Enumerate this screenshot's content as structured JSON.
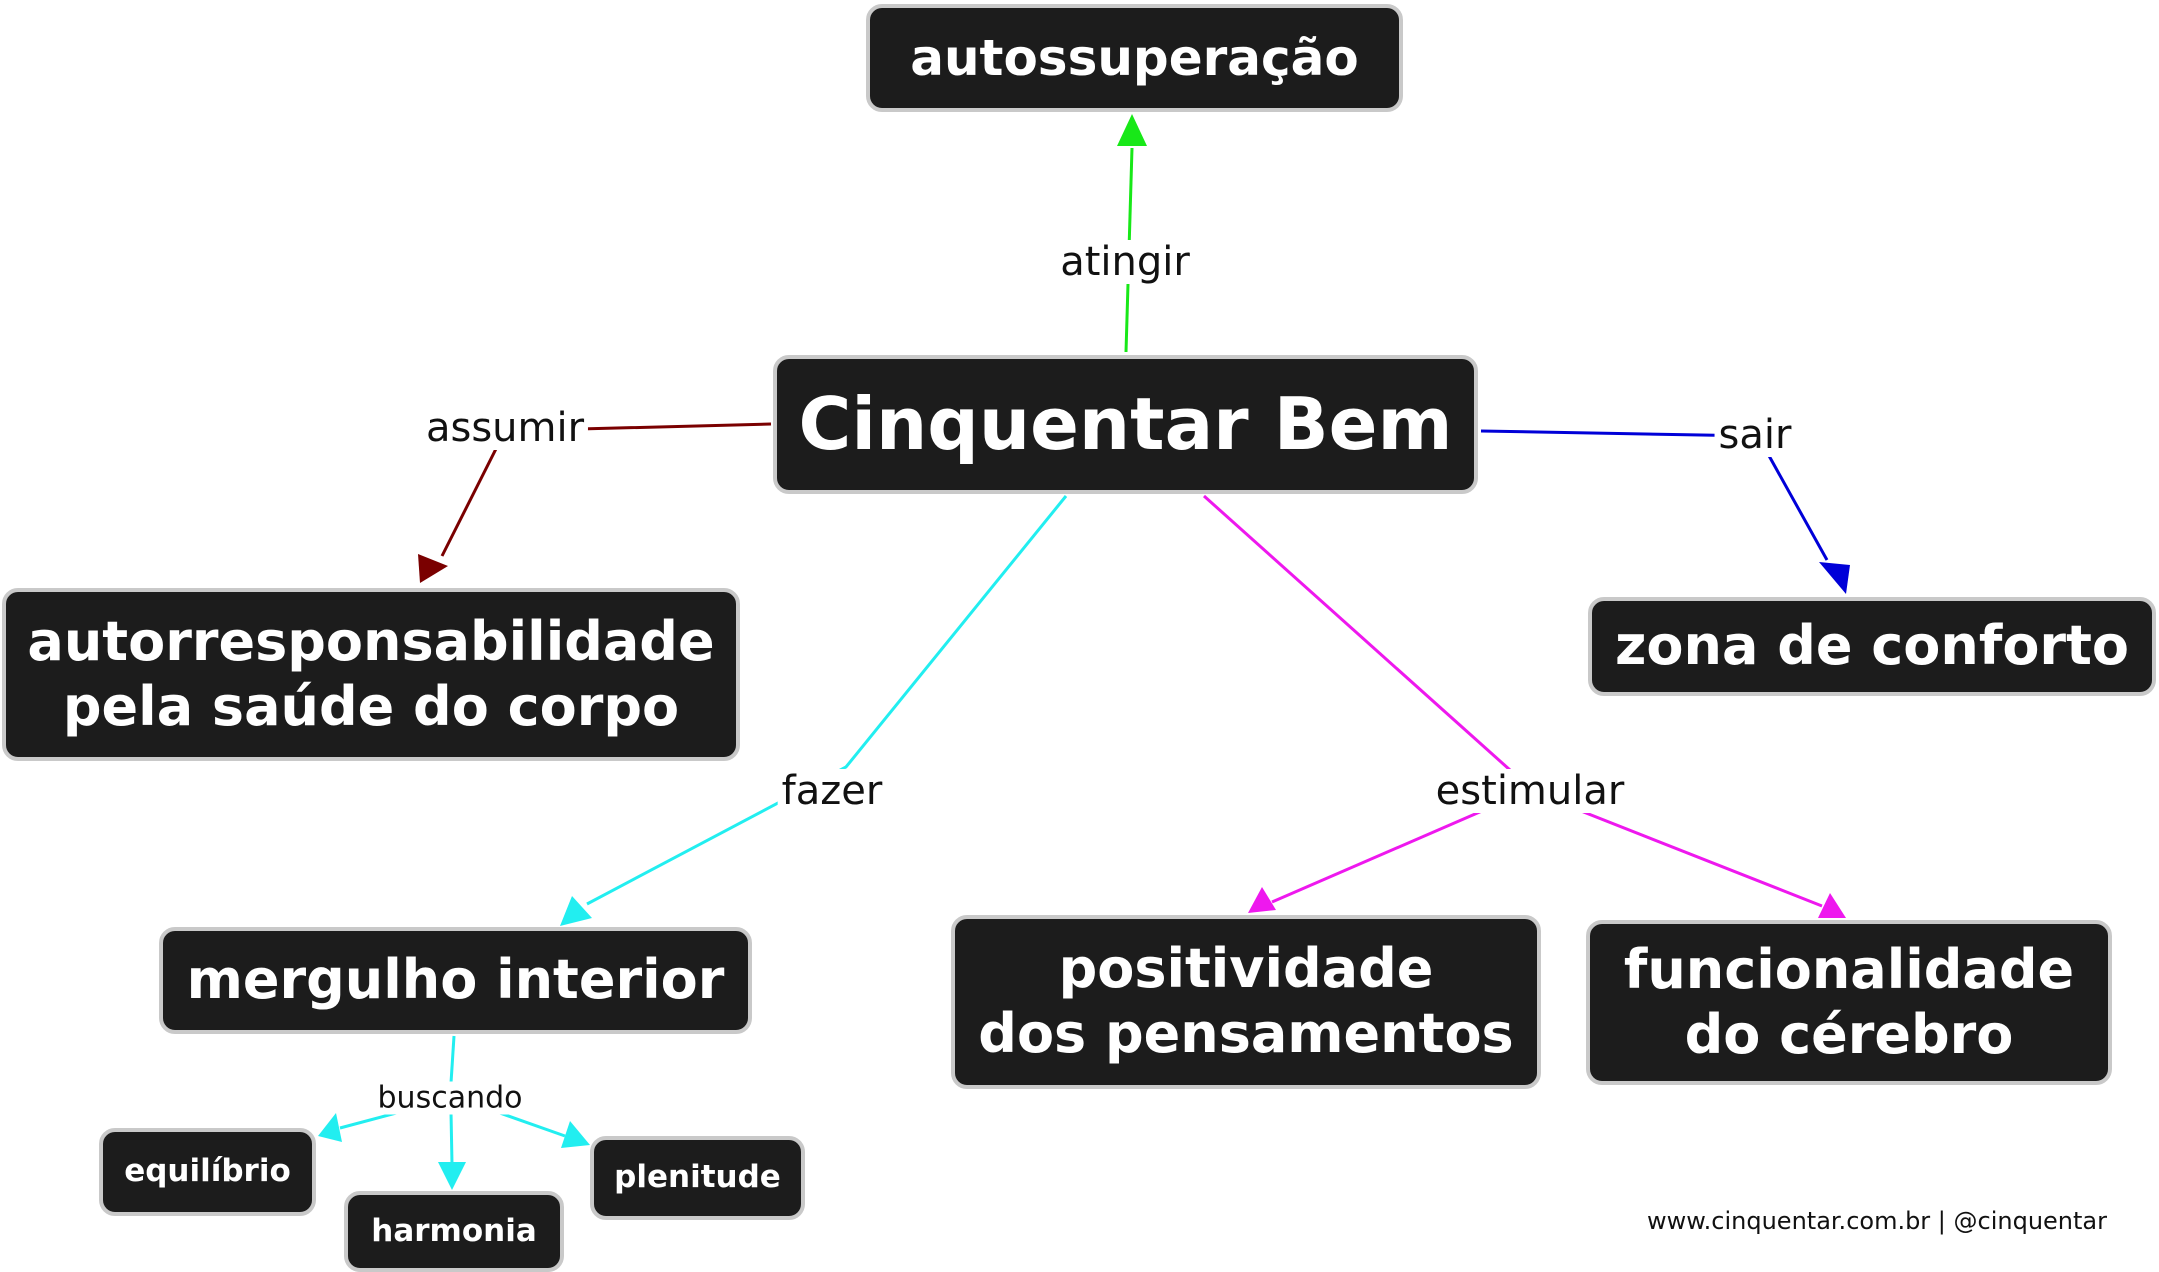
{
  "nodes": {
    "central": "Cinquentar Bem",
    "self_overcoming": "autossuperação",
    "self_responsibility": "autorresponsabilidade\npela saúde do corpo",
    "comfort_zone": "zona de conforto",
    "inner_dive": "mergulho interior",
    "positive_thoughts": "positividade\ndos pensamentos",
    "brain_function": "funcionalidade\ndo cérebro",
    "balance": "equilíbrio",
    "harmony": "harmonia",
    "fullness": "plenitude"
  },
  "links": {
    "atingir": {
      "label": "atingir",
      "color": "#18e818"
    },
    "assumir": {
      "label": "assumir",
      "color": "#7a0000"
    },
    "sair": {
      "label": "sair",
      "color": "#0000d8"
    },
    "fazer": {
      "label": "fazer",
      "color": "#22eef0"
    },
    "estimular": {
      "label": "estimular",
      "color": "#ee18ee"
    },
    "buscando": {
      "label": "buscando",
      "color": "#22eef0"
    }
  },
  "footer": "www.cinquentar.com.br | @cinquentar"
}
